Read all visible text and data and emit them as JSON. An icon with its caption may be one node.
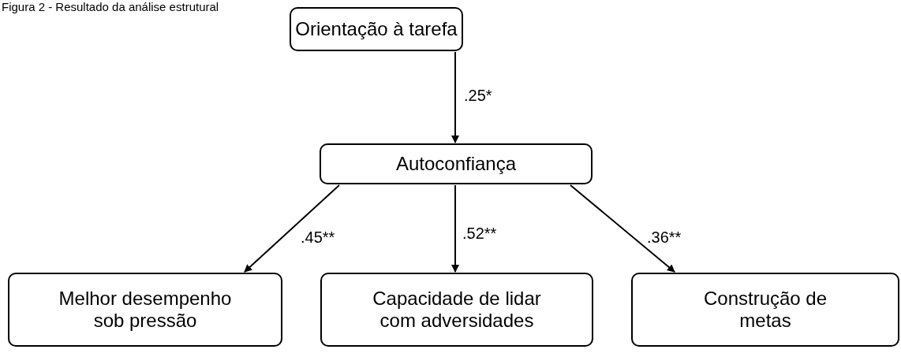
{
  "diagram": {
    "title": "Figura 2 - Resultado da análise estrutural",
    "nodes": [
      {
        "text": [
          "Orientação à tarefa"
        ]
      },
      {
        "text": [
          "Autoconfiança"
        ]
      },
      {
        "text": [
          "Melhor desempenho sob pressão"
        ]
      },
      {
        "text": [
          "Capacidade de lidar com adversidades"
        ]
      },
      {
        "text": [
          "Construção de metas"
        ]
      }
    ],
    "edges": [
      {
        "from": 0,
        "to": 1,
        "arrow": "to",
        "label": ".25*"
      },
      {
        "from": 1,
        "to": 2,
        "arrow": "to",
        "label": ".45**"
      },
      {
        "from": 1,
        "to": 3,
        "arrow": "to",
        "label": ".52**"
      },
      {
        "from": 1,
        "to": 4,
        "arrow": "to",
        "label": ".36**"
      }
    ]
  }
}
